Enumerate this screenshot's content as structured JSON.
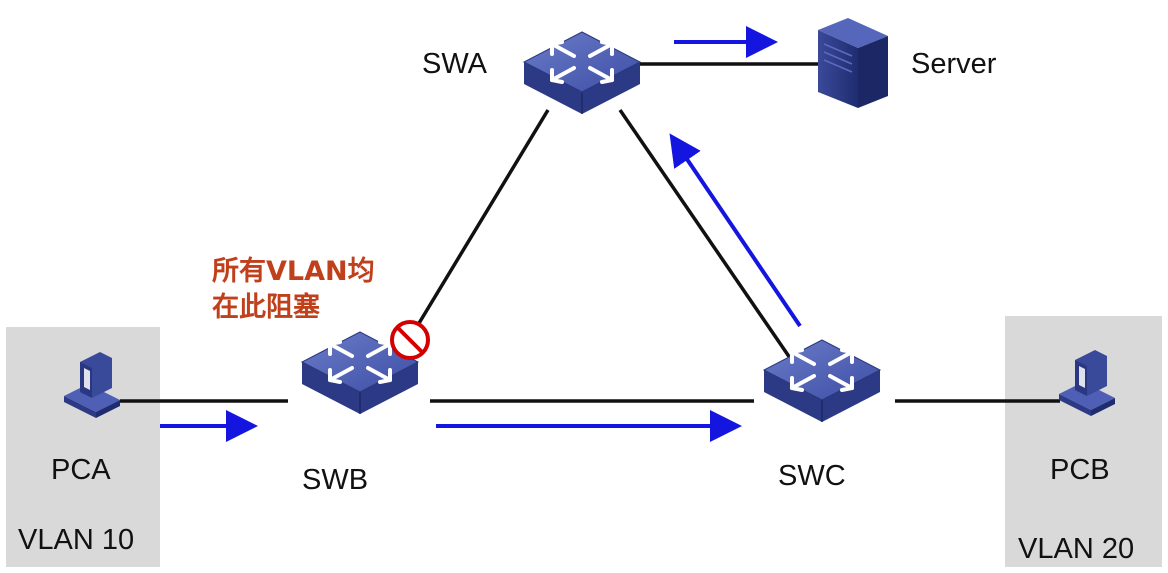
{
  "nodes": {
    "swa": {
      "label": "SWA"
    },
    "swb": {
      "label": "SWB"
    },
    "swc": {
      "label": "SWC"
    },
    "server": {
      "label": "Server"
    },
    "pca": {
      "label": "PCA",
      "vlan": "VLAN 10"
    },
    "pcb": {
      "label": "PCB",
      "vlan": "VLAN 20"
    }
  },
  "annotation": {
    "line1": "所有VLAN均",
    "line2": "在此阻塞"
  },
  "colors": {
    "link": "#111111",
    "flow_arrow": "#1515e0",
    "blocked": "#d40000",
    "annotation_text": "#c0401c",
    "vlan_zone": "#d9d9d9",
    "switch_top": "#4a5cb0",
    "switch_side": "#2c3a86"
  },
  "icons": {
    "switch": "network-switch-icon",
    "server": "server-tower-icon",
    "pc": "desktop-pc-icon",
    "blocked": "blocked-port-icon"
  }
}
